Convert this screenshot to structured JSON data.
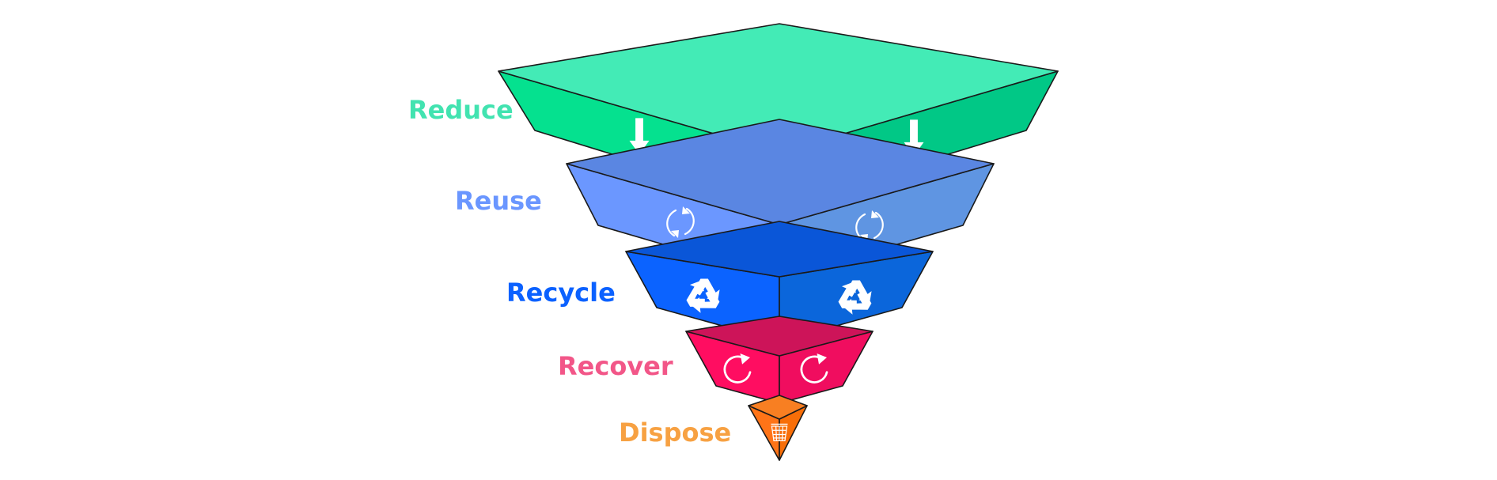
{
  "diagram": {
    "kind": "inverted-pyramid",
    "tiers": [
      {
        "label": "Reduce",
        "label_color": "#42e3b0",
        "top_color": "#43ebb6",
        "left_color": "#05e18f",
        "right_color": "#01c886",
        "icon": "down-arrow-icon",
        "icon_color": "#ffffff"
      },
      {
        "label": "Reuse",
        "label_color": "#6a96ff",
        "top_color": "#5a86e2",
        "left_color": "#6b97ff",
        "right_color": "#5f95e2",
        "icon": "cycle-arrows-icon",
        "icon_color": "#ffffff"
      },
      {
        "label": "Recycle",
        "label_color": "#0b61ff",
        "top_color": "#0a56d8",
        "left_color": "#0b63ff",
        "right_color": "#0b66db",
        "icon": "recycle-icon",
        "icon_color": "#ffffff"
      },
      {
        "label": "Recover",
        "label_color": "#f25688",
        "top_color": "#cd1459",
        "left_color": "#ff0d61",
        "right_color": "#f00d5f",
        "icon": "refresh-icon",
        "icon_color": "#ffffff"
      },
      {
        "label": "Dispose",
        "label_color": "#f7a142",
        "top_color": "#f87f22",
        "left_color": "#ff7417",
        "right_color": "#f86e08",
        "icon": "trash-basket-icon",
        "icon_color": "#ffffff"
      }
    ]
  }
}
